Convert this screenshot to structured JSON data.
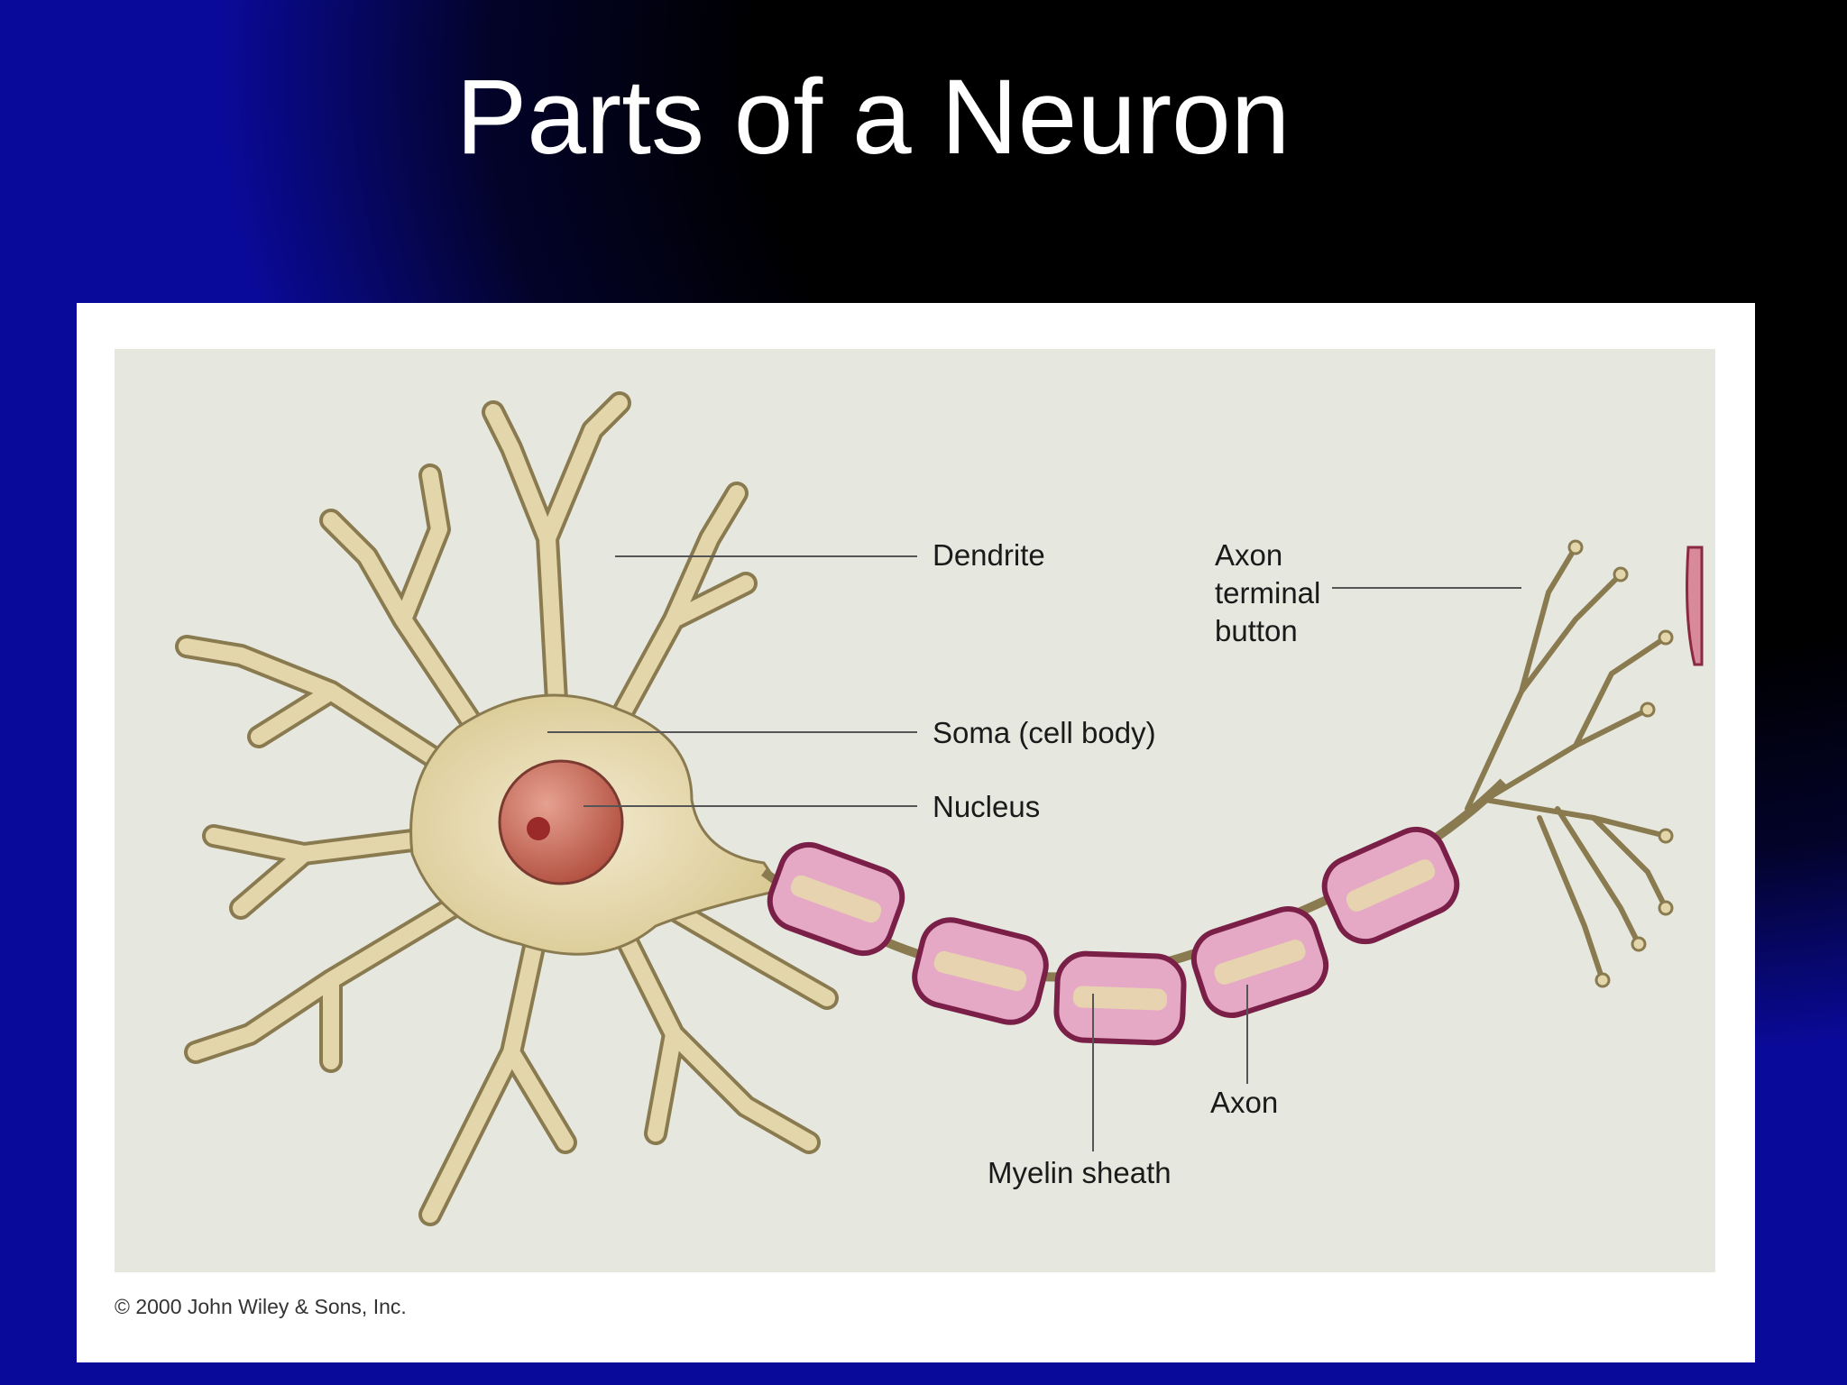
{
  "slide": {
    "title": "Parts of a Neuron"
  },
  "diagram": {
    "labels": {
      "dendrite": "Dendrite",
      "axon_terminal_line1": "Axon",
      "axon_terminal_line2": "terminal",
      "axon_terminal_line3": "button",
      "soma": "Soma (cell body)",
      "nucleus": "Nucleus",
      "axon": "Axon",
      "myelin_sheath": "Myelin sheath"
    },
    "copyright": "© 2000 John Wiley & Sons, Inc.",
    "colors": {
      "panel": "#e6e8df",
      "neuron_body": "#e3d6aa",
      "neuron_outline": "#8a7a50",
      "nucleus": "#c06a58",
      "nucleolus": "#9a2a2a",
      "myelin": "#e5a9c6",
      "myelin_outline": "#7a1f48",
      "axon_core": "#e7d3b0"
    }
  }
}
